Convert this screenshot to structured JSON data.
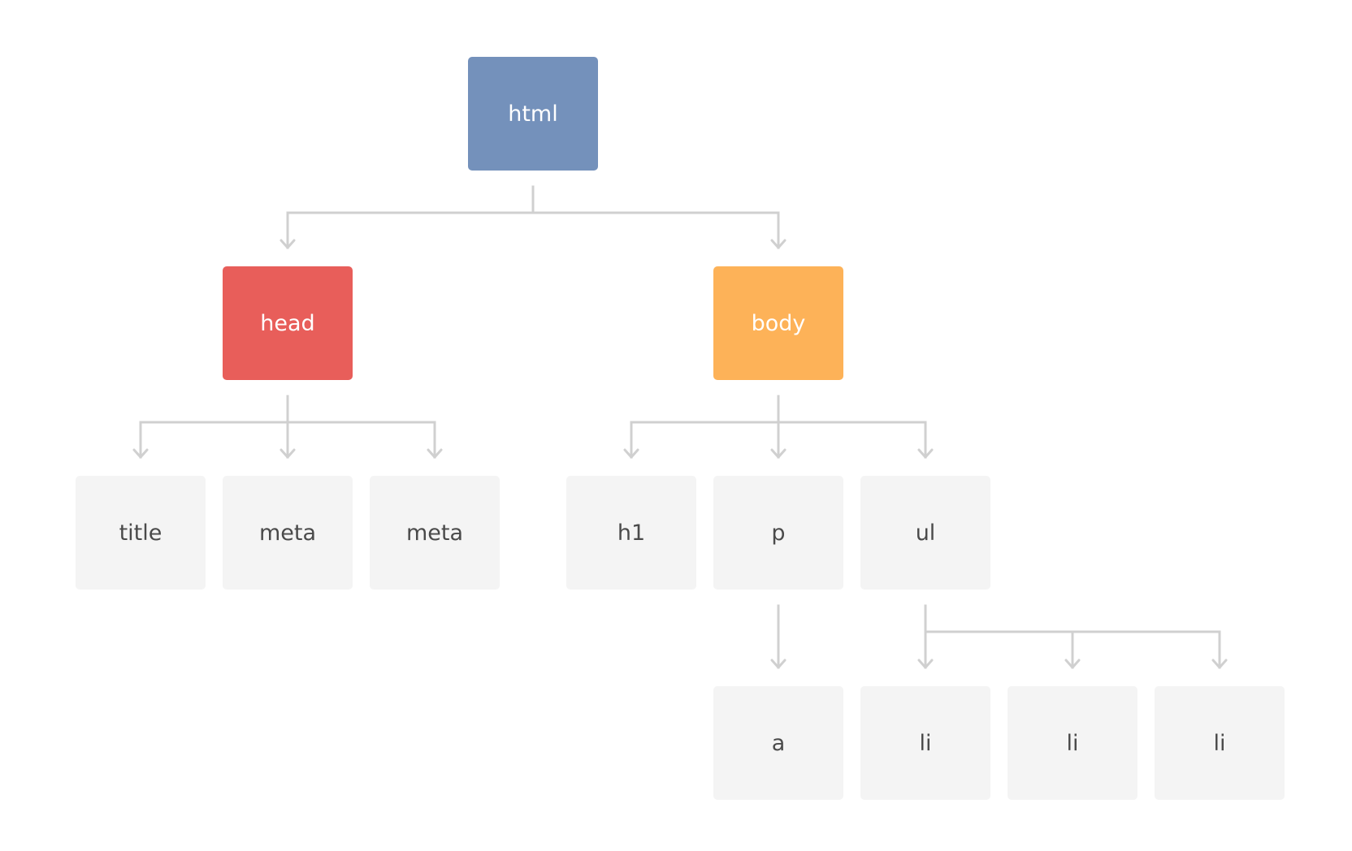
{
  "colors": {
    "html": "#7491bb",
    "head": "#e85e5a",
    "body": "#fdb258",
    "leaf": "#f4f4f4",
    "connector": "#d0d0d0"
  },
  "nodes": {
    "html": "html",
    "head": "head",
    "body": "body",
    "title": "title",
    "meta1": "meta",
    "meta2": "meta",
    "h1": "h1",
    "p": "p",
    "ul": "ul",
    "a": "a",
    "li1": "li",
    "li2": "li",
    "li3": "li"
  }
}
